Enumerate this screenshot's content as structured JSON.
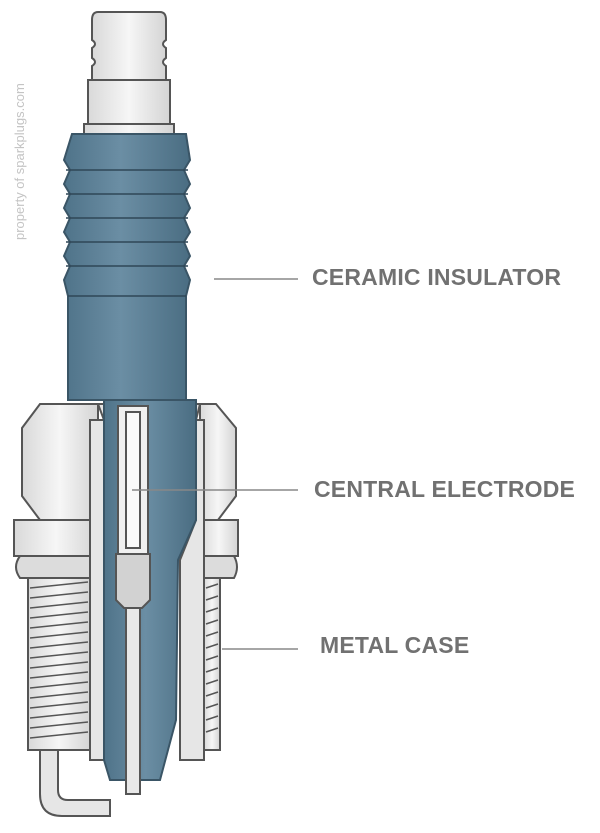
{
  "watermark": "property of sparkplugs.com",
  "labels": {
    "insulator": "CERAMIC INSULATOR",
    "electrode": "CENTRAL ELECTRODE",
    "case": "METAL CASE"
  },
  "colors": {
    "insulator": "#5d8198",
    "insulator_dark": "#3f6478",
    "metal": "#ececec",
    "outline": "#555555",
    "label_text": "#717171"
  }
}
